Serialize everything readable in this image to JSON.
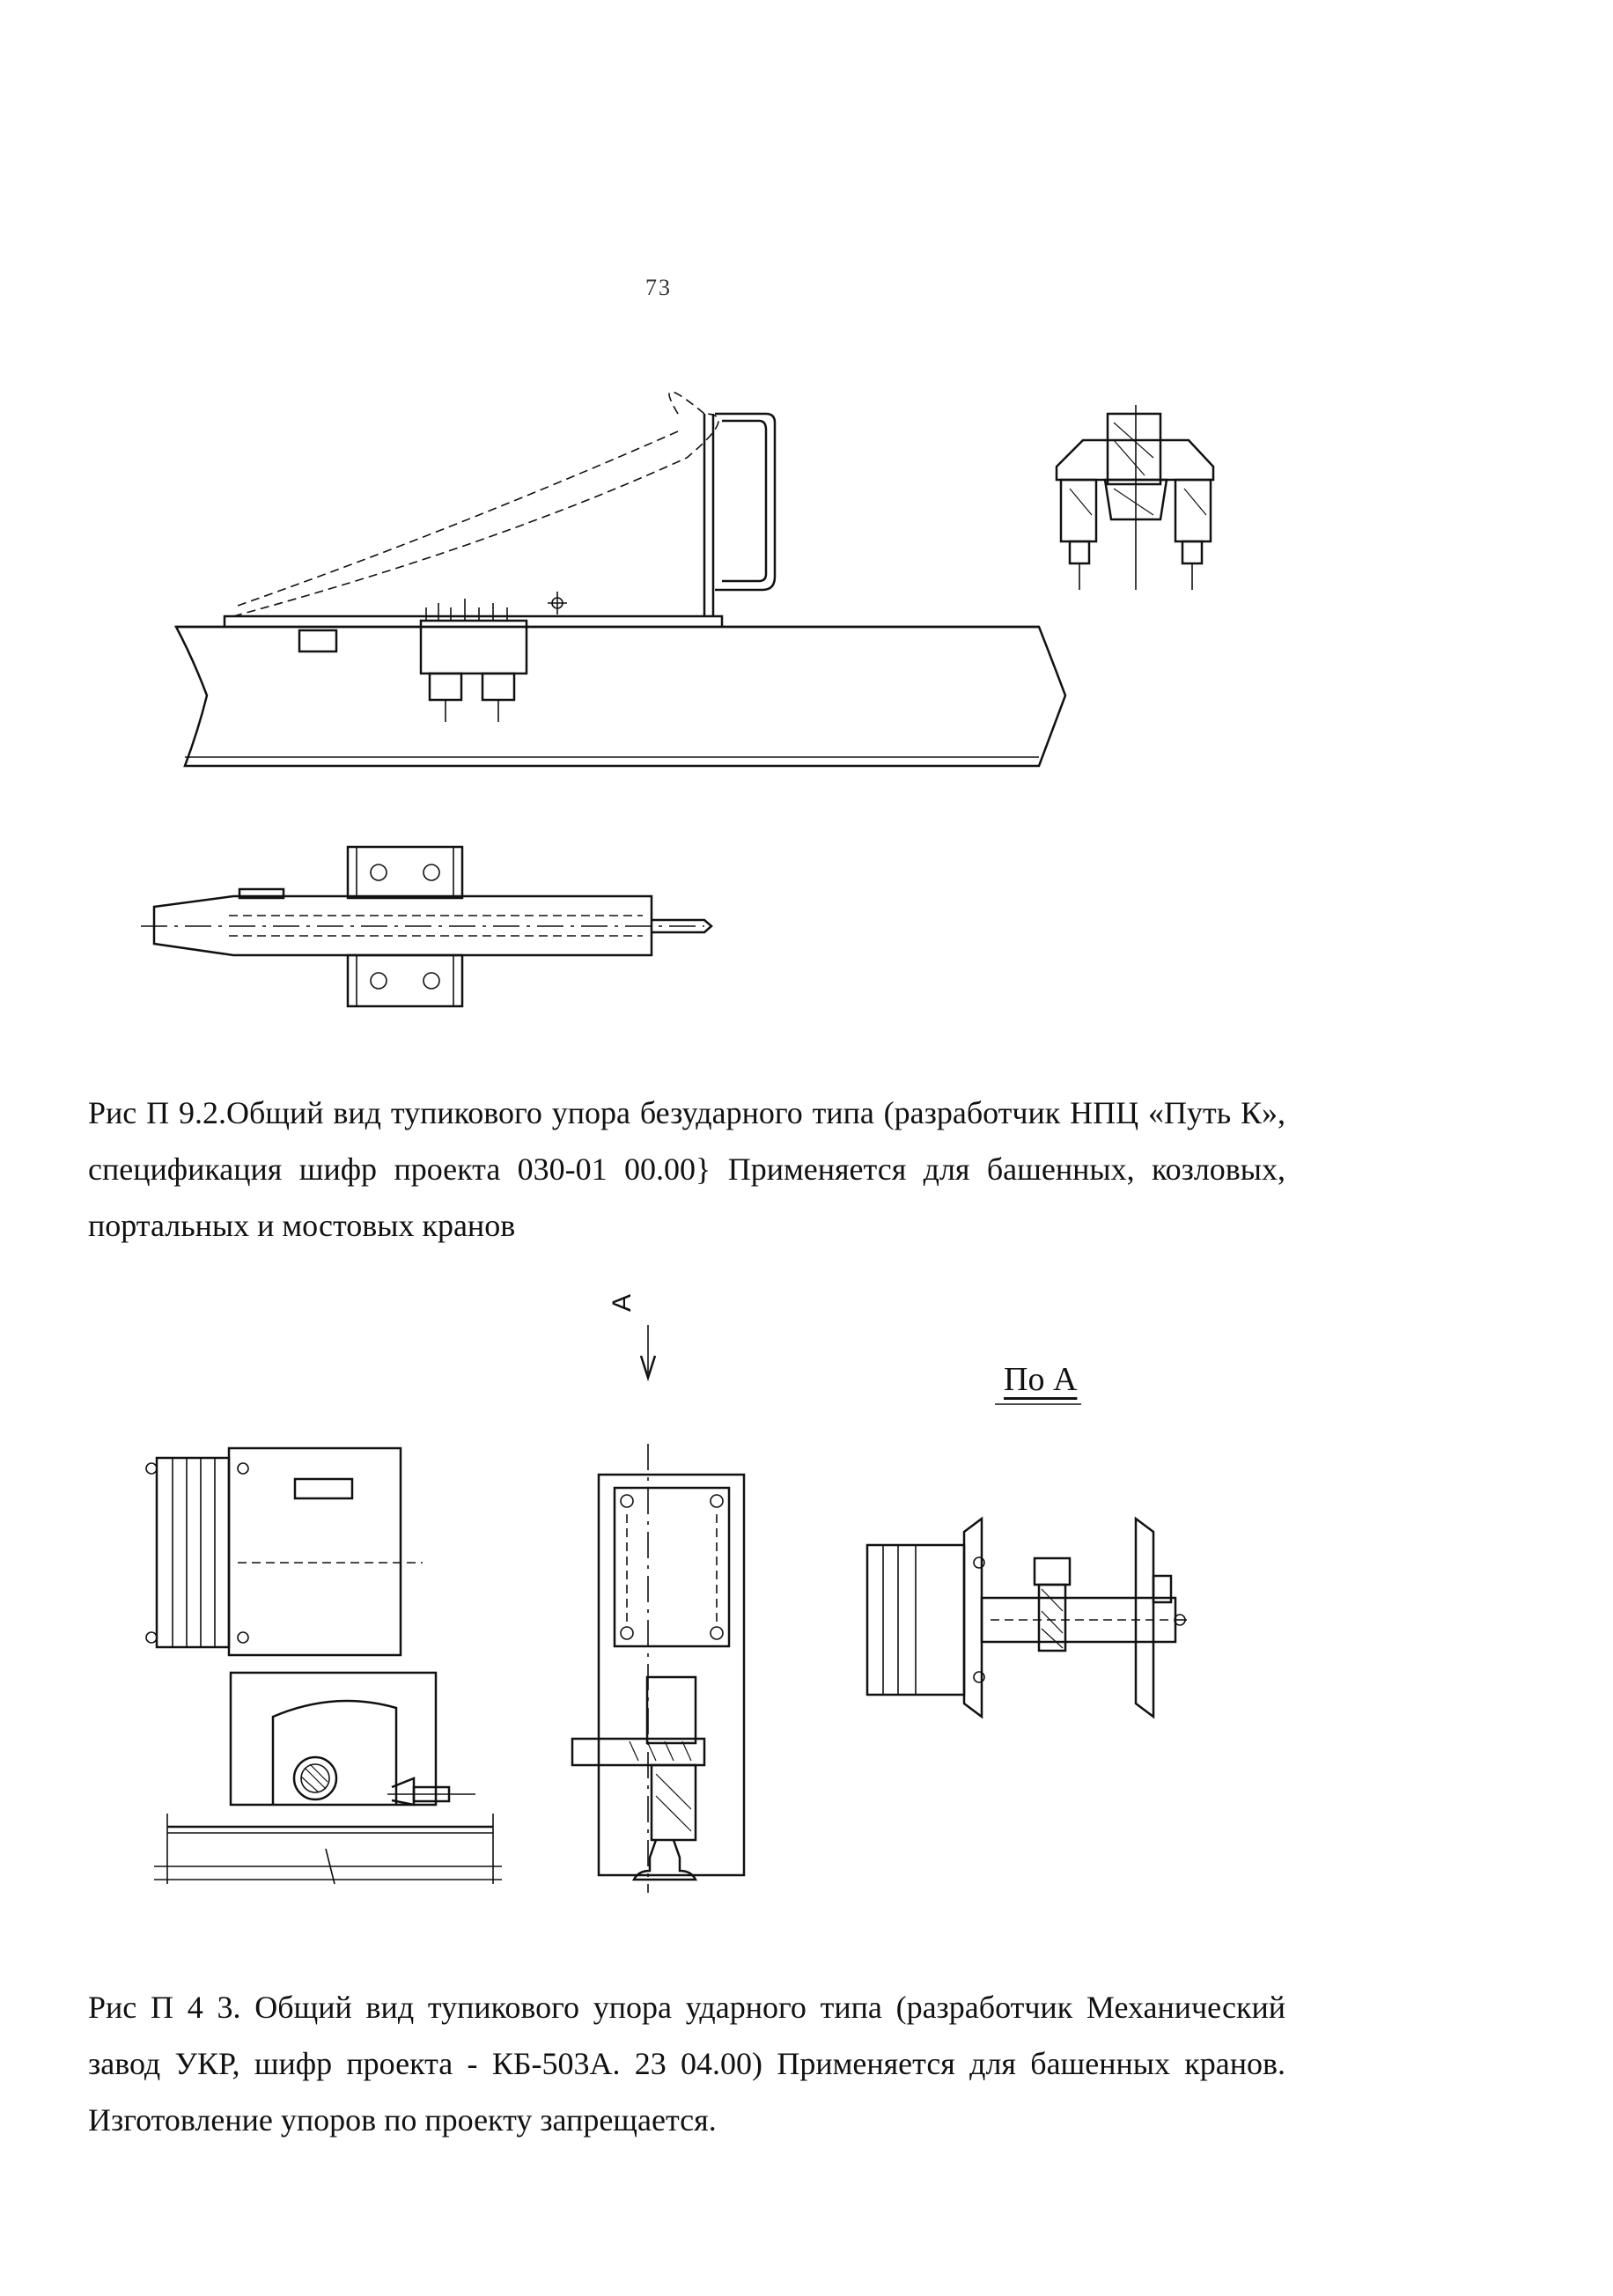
{
  "page": {
    "number": "73"
  },
  "figure1": {
    "caption": "Рис  П 9.2.Общий вид тупикового упора безударного типа (разработчик НПЦ «Путь К»,  спецификация шифр проекта 030-01 00.00} Применяется для башенных, козловых, портальных и мостовых кранов"
  },
  "figure2": {
    "direction_label": "А",
    "view_label": "По А",
    "caption": "Рис П 4 3. Общий вид тупикового упора ударного типа (разработчик   Механический завод УКР, шифр проекта - КБ-503А. 23 04.00) Применяется для башенных кранов. Изготовление упоров по проекту запрещается."
  }
}
